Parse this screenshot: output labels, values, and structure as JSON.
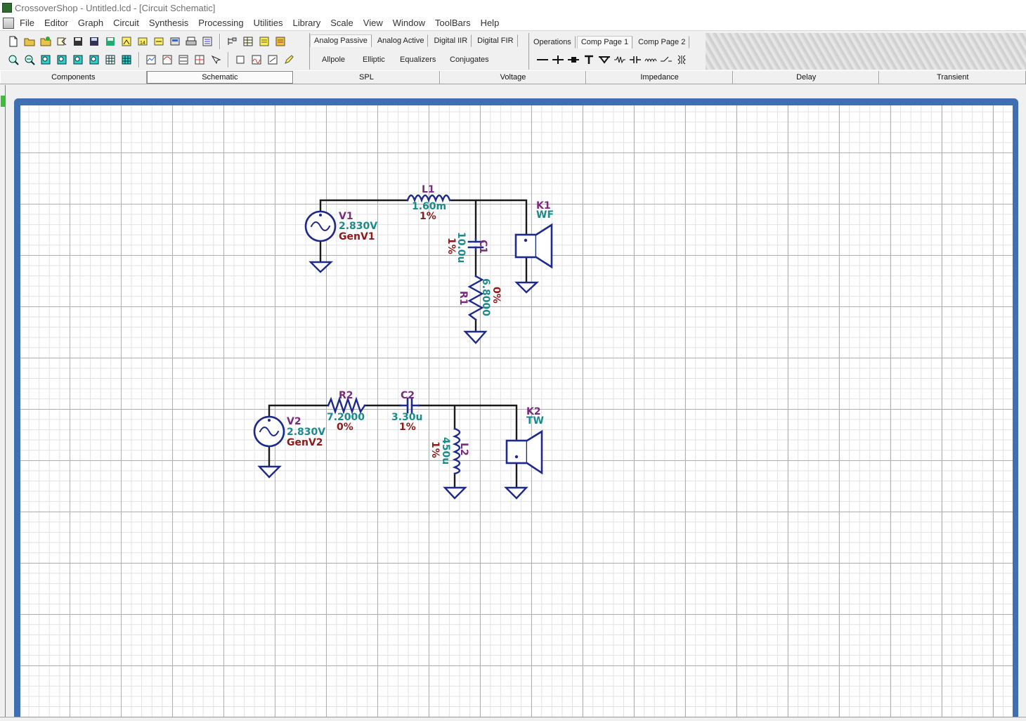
{
  "window": {
    "title": "CrossoverShop - Untitled.lcd - [Circuit Schematic]"
  },
  "menu": [
    "File",
    "Editor",
    "Graph",
    "Circuit",
    "Synthesis",
    "Processing",
    "Utilities",
    "Library",
    "Scale",
    "View",
    "Window",
    "ToolBars",
    "Help"
  ],
  "synth_tabs": {
    "top": [
      "Analog Passive",
      "Analog Active",
      "Digital IIR",
      "Digital FIR"
    ],
    "active": "Analog Passive",
    "sub": [
      "Allpole",
      "Elliptic",
      "Equalizers",
      "Conjugates"
    ]
  },
  "comp_tabs": {
    "top": [
      "Operations",
      "Comp Page 1",
      "Comp Page 2"
    ],
    "active": "Comp Page 1",
    "symbols": [
      "wire-icon",
      "junction-icon",
      "node-icon",
      "text-icon",
      "ground-icon",
      "resistor-icon",
      "capacitor-icon",
      "inductor-icon",
      "switch-icon",
      "transformer-icon"
    ]
  },
  "view_tabs": [
    "Components",
    "Schematic",
    "SPL",
    "Voltage",
    "Impedance",
    "Delay",
    "Transient"
  ],
  "view_active": "Schematic",
  "colors": {
    "wire": "#1a1a1a",
    "component": "#1e2a8a",
    "name": "#7a2a7a",
    "value": "#1c8a8a",
    "tolerance": "#8b1a1a",
    "canvas_frame": "#3f6fb1"
  },
  "circuit1": {
    "source": {
      "name": "V1",
      "value": "2.830V",
      "gen": "GenV1"
    },
    "inductor": {
      "name": "L1",
      "value": "1.60m",
      "tol": "1%"
    },
    "capacitor": {
      "name": "C1",
      "value": "10.0u",
      "tol": "1%"
    },
    "resistor": {
      "name": "R1",
      "value": "6.8000",
      "tol": "0%"
    },
    "driver": {
      "name": "K1",
      "type": "WF"
    }
  },
  "circuit2": {
    "source": {
      "name": "V2",
      "value": "2.830V",
      "gen": "GenV2"
    },
    "resistor": {
      "name": "R2",
      "value": "7.2000",
      "tol": "0%"
    },
    "capacitor": {
      "name": "C2",
      "value": "3.30u",
      "tol": "1%"
    },
    "inductor": {
      "name": "L2",
      "value": "450u",
      "tol": "1%"
    },
    "driver": {
      "name": "K2",
      "type": "TW"
    }
  }
}
